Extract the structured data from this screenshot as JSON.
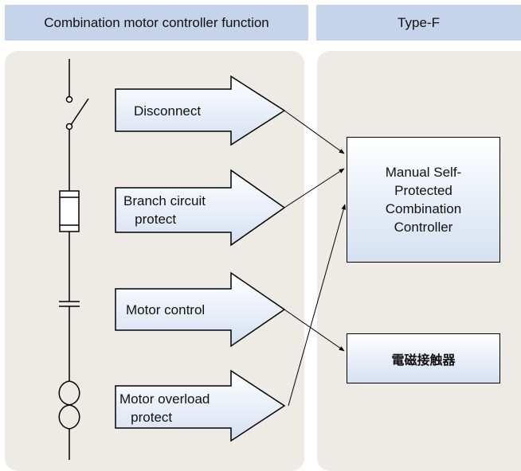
{
  "header": {
    "left_title": "Combination motor controller function",
    "right_title": "Type-F"
  },
  "functions": [
    {
      "label": "Disconnect"
    },
    {
      "label": "Branch circuit\n   protect"
    },
    {
      "label": "Motor control"
    },
    {
      "label": "Motor overload\n   protect"
    }
  ],
  "results": {
    "main_box": "Manual Self-\nProtected\nCombination\nController",
    "contactor_box": "電磁接触器"
  },
  "colors": {
    "header_bg": "#c5d4ea",
    "panel_bg": "#eeebe6",
    "box_gradient_bottom": "#d4e0f1",
    "arrow_gradient_bottom": "#d4e0f1"
  },
  "icons": {
    "disconnect_symbol": "switch-icon",
    "fuse_symbol": "fuse-icon",
    "contact_symbol": "contact-icon",
    "overload_symbol": "overload-icon"
  }
}
